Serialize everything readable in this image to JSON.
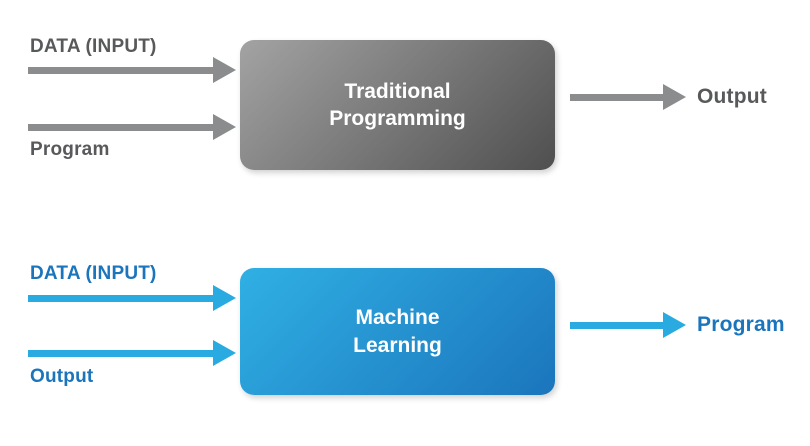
{
  "diagram": {
    "traditional": {
      "input_label_1": "DATA (INPUT)",
      "input_label_2": "Program",
      "box_label_line1": "Traditional",
      "box_label_line2": "Programming",
      "output_label": "Output"
    },
    "machine_learning": {
      "input_label_1": "DATA (INPUT)",
      "input_label_2": "Output",
      "box_label_line1": "Machine",
      "box_label_line2": "Learning",
      "output_label": "Program"
    },
    "colors": {
      "gray_text": "#58595b",
      "gray_arrow": "#8a8c8e",
      "gray_box_start": "#a3a3a3",
      "gray_box_end": "#4f4f4f",
      "blue_text": "#1b75bc",
      "blue_arrow": "#29abe2",
      "blue_box_start": "#30b0e4",
      "blue_box_end": "#1b75bc"
    }
  }
}
